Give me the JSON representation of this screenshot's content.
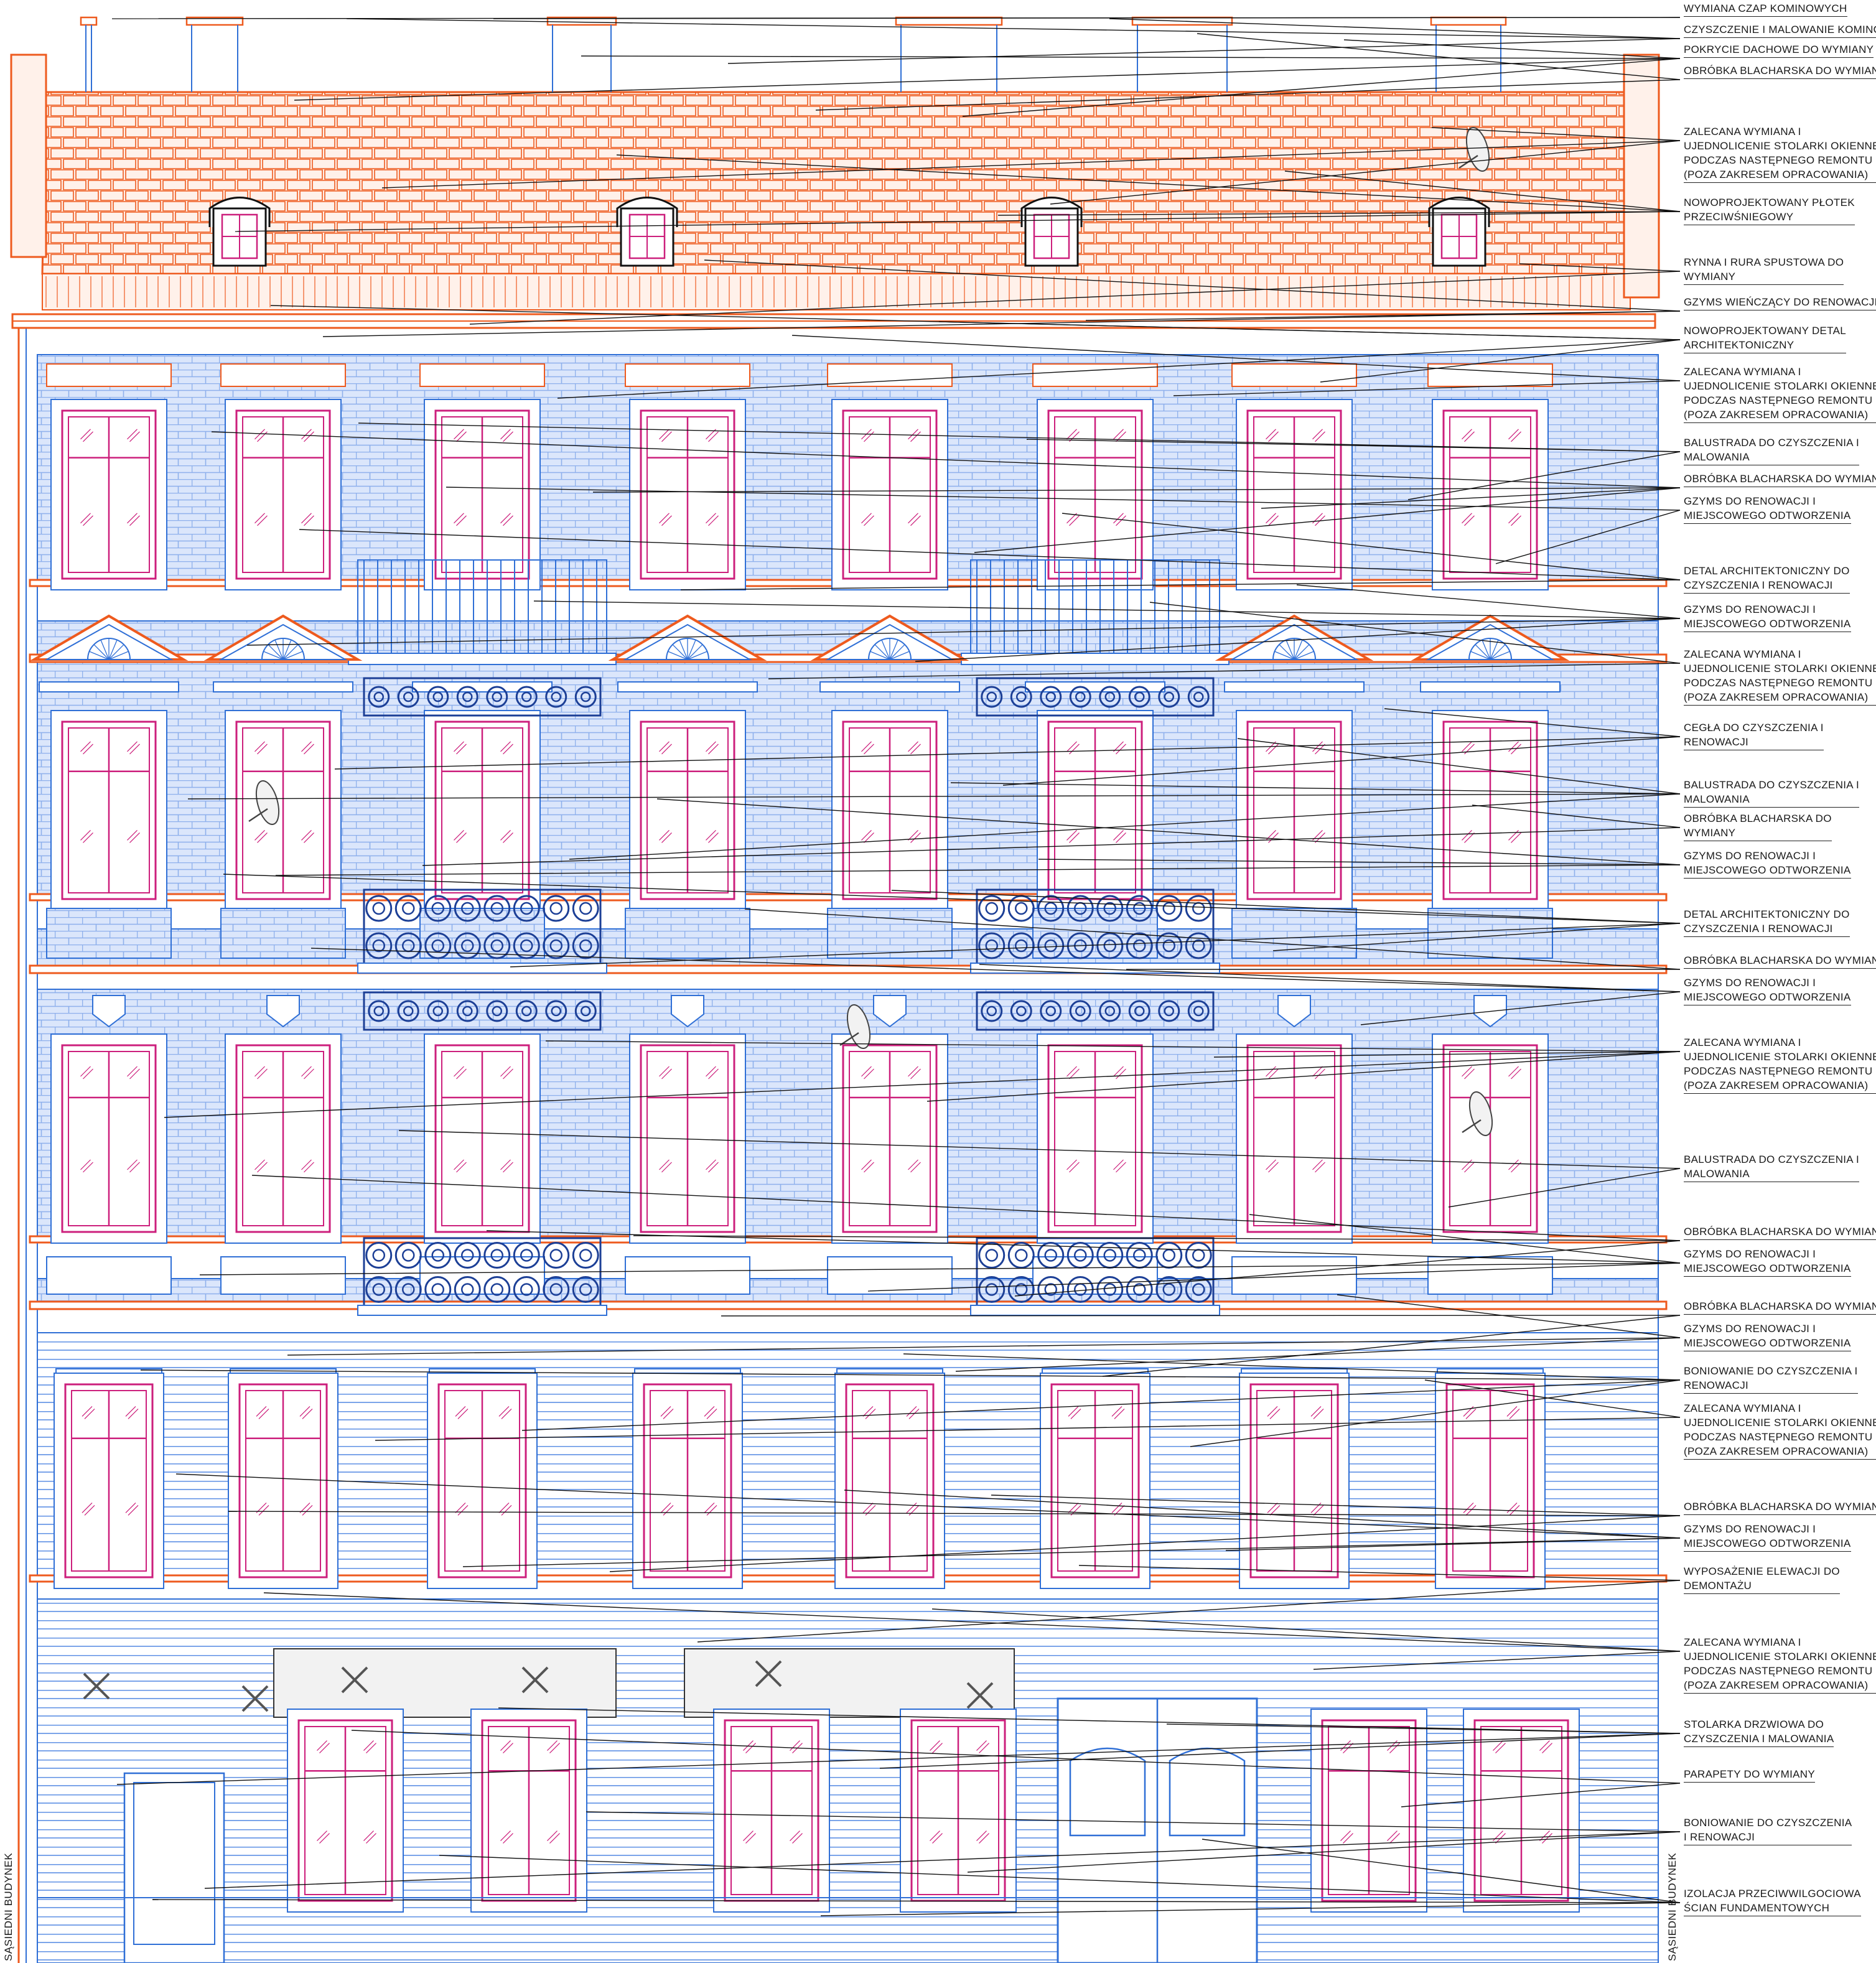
{
  "colors": {
    "facade_line": "#2f6fd6",
    "brick_fill": "#dbe6fb",
    "brick_line": "#8eb0ec",
    "roof_line": "#ee5a1e",
    "roof_fill": "#fff1ea",
    "window": "#cc1f7c",
    "leader": "#111111",
    "ironwork": "#1c3f96"
  },
  "neighbor_labels": {
    "left": "SĄSIEDNI BUDYNEK",
    "right": "SĄSIEDNI BUDYNEK"
  },
  "annotations": [
    {
      "lines": [
        "WYMIANA CZAP KOMINOWYCH"
      ]
    },
    {
      "lines": [
        "CZYSZCZENIE I MALOWANIE KOMINÓW"
      ]
    },
    {
      "lines": [
        "POKRYCIE DACHOWE DO WYMIANY"
      ]
    },
    {
      "lines": [
        "OBRÓBKA BLACHARSKA DO WYMIANY"
      ]
    },
    {
      "lines": [
        "ZALECANA WYMIANA I",
        "UJEDNOLICENIE STOLARKI OKIENNEJ",
        "PODCZAS NASTĘPNEGO REMONTU",
        "(POZA ZAKRESEM OPRACOWANIA)"
      ]
    },
    {
      "lines": [
        "NOWOPROJEKTOWANY PŁOTEK",
        "PRZECIWŚNIEGOWY"
      ]
    },
    {
      "lines": [
        "RYNNA I RURA SPUSTOWA DO",
        "WYMIANY"
      ]
    },
    {
      "lines": [
        "GZYMS WIEŃCZĄCY DO RENOWACJI"
      ]
    },
    {
      "lines": [
        "NOWOPROJEKTOWANY DETAL",
        "ARCHITEKTONICZNY"
      ]
    },
    {
      "lines": [
        "ZALECANA WYMIANA I",
        "UJEDNOLICENIE STOLARKI OKIENNEJ",
        "PODCZAS NASTĘPNEGO REMONTU",
        "(POZA ZAKRESEM OPRACOWANIA)"
      ]
    },
    {
      "lines": [
        "BALUSTRADA DO CZYSZCZENIA I",
        "MALOWANIA"
      ]
    },
    {
      "lines": [
        "OBRÓBKA BLACHARSKA DO WYMIANY"
      ]
    },
    {
      "lines": [
        "GZYMS DO RENOWACJI I",
        "MIEJSCOWEGO ODTWORZENIA"
      ]
    },
    {
      "lines": [
        "DETAL ARCHITEKTONICZNY DO",
        "CZYSZCZENIA I RENOWACJI"
      ]
    },
    {
      "lines": [
        "GZYMS DO RENOWACJI I",
        "MIEJSCOWEGO ODTWORZENIA"
      ]
    },
    {
      "lines": [
        "ZALECANA WYMIANA I",
        "UJEDNOLICENIE STOLARKI OKIENNEJ",
        "PODCZAS NASTĘPNEGO REMONTU",
        "(POZA ZAKRESEM OPRACOWANIA)"
      ]
    },
    {
      "lines": [
        "CEGŁA DO CZYSZCZENIA I",
        "RENOWACJI"
      ]
    },
    {
      "lines": [
        "BALUSTRADA DO CZYSZCZENIA I",
        "MALOWANIA"
      ]
    },
    {
      "lines": [
        "OBRÓBKA BLACHARSKA DO",
        "WYMIANY"
      ]
    },
    {
      "lines": [
        "GZYMS DO RENOWACJI I",
        "MIEJSCOWEGO ODTWORZENIA"
      ]
    },
    {
      "lines": [
        "DETAL ARCHITEKTONICZNY DO",
        "CZYSZCZENIA I RENOWACJI"
      ]
    },
    {
      "lines": [
        "OBRÓBKA BLACHARSKA DO WYMIANY"
      ]
    },
    {
      "lines": [
        "GZYMS DO RENOWACJI I",
        "MIEJSCOWEGO ODTWORZENIA"
      ]
    },
    {
      "lines": [
        "ZALECANA WYMIANA I",
        "UJEDNOLICENIE STOLARKI OKIENNEJ",
        "PODCZAS NASTĘPNEGO REMONTU",
        "(POZA ZAKRESEM OPRACOWANIA)"
      ]
    },
    {
      "lines": [
        "BALUSTRADA DO CZYSZCZENIA I",
        "MALOWANIA"
      ]
    },
    {
      "lines": [
        "OBRÓBKA BLACHARSKA DO WYMIANY"
      ]
    },
    {
      "lines": [
        "GZYMS DO RENOWACJI I",
        "MIEJSCOWEGO ODTWORZENIA"
      ]
    },
    {
      "lines": [
        "OBRÓBKA BLACHARSKA DO WYMIANY"
      ]
    },
    {
      "lines": [
        "GZYMS DO RENOWACJI I",
        "MIEJSCOWEGO ODTWORZENIA"
      ]
    },
    {
      "lines": [
        "BONIOWANIE DO CZYSZCZENIA I",
        "RENOWACJI"
      ]
    },
    {
      "lines": [
        "ZALECANA WYMIANA I",
        "UJEDNOLICENIE STOLARKI OKIENNEJ",
        "PODCZAS NASTĘPNEGO REMONTU",
        "(POZA ZAKRESEM OPRACOWANIA)"
      ]
    },
    {
      "lines": [
        "OBRÓBKA BLACHARSKA DO WYMIANY"
      ]
    },
    {
      "lines": [
        "GZYMS DO RENOWACJI I",
        "MIEJSCOWEGO ODTWORZENIA"
      ]
    },
    {
      "lines": [
        "WYPOSAŻENIE ELEWACJI DO",
        "DEMONTAŻU"
      ]
    },
    {
      "lines": [
        "ZALECANA WYMIANA I",
        "UJEDNOLICENIE STOLARKI OKIENNEJ",
        "PODCZAS NASTĘPNEGO REMONTU",
        "(POZA ZAKRESEM OPRACOWANIA)"
      ]
    },
    {
      "lines": [
        "STOLARKA DRZWIOWA DO",
        "CZYSZCZENIA I MALOWANIA"
      ]
    },
    {
      "lines": [
        "PARAPETY DO WYMIANY"
      ]
    },
    {
      "lines": [
        "BONIOWANIE DO CZYSZCZENIA",
        "I RENOWACJI"
      ]
    },
    {
      "lines": [
        "IZOLACJA PRZECIWWILGOCIOWA",
        "ŚCIAN FUNDAMENTOWYCH"
      ]
    }
  ]
}
